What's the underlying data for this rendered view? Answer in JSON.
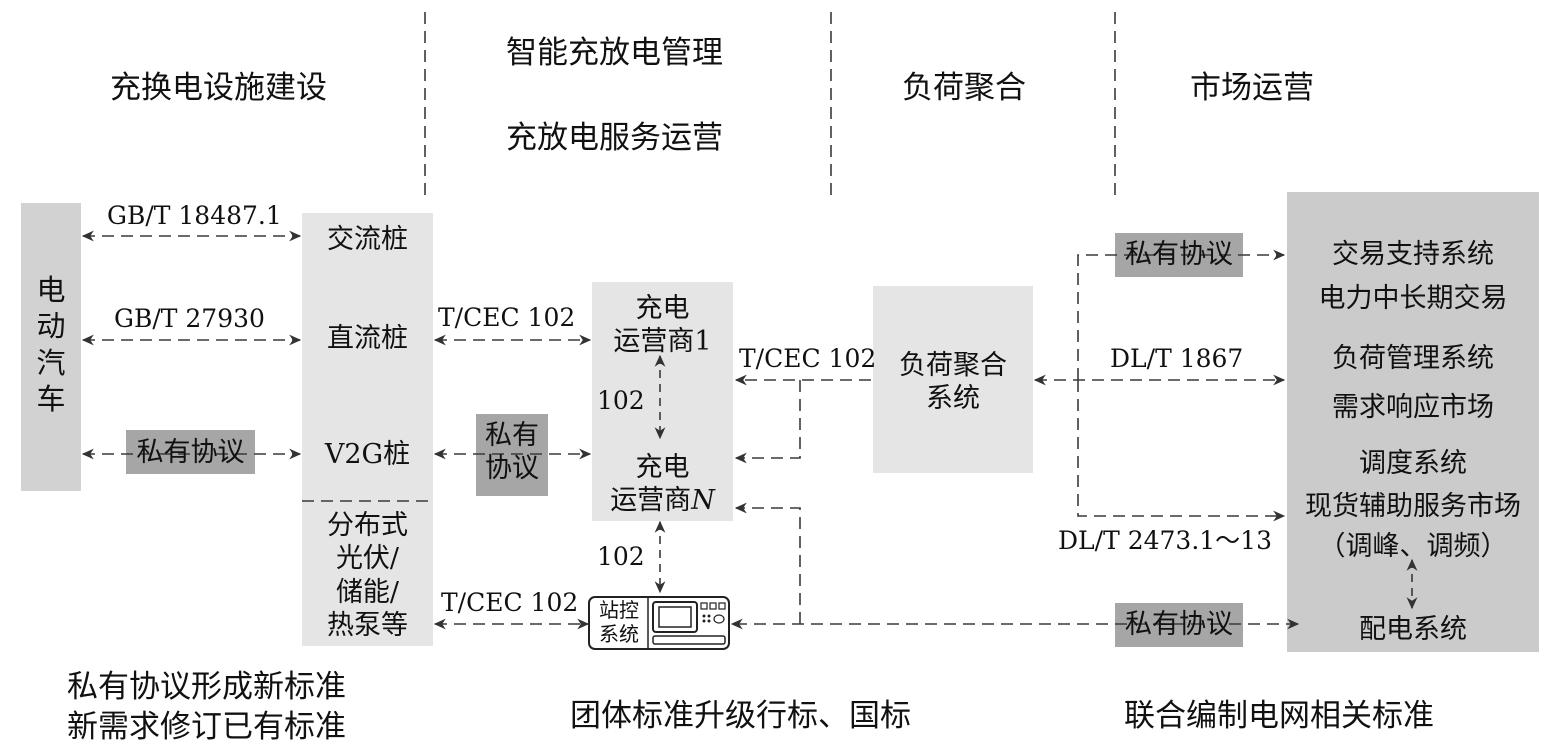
{
  "headers": {
    "col1": "充换电设施建设",
    "col2_line1": "智能充放电管理",
    "col2_line2": "充放电服务运营",
    "col3": "负荷聚合",
    "col4": "市场运营"
  },
  "footers": {
    "left_line1": "私有协议形成新标准",
    "left_line2": "新需求修订已有标准",
    "middle": "团体标准升级行标、国标",
    "right": "联合编制电网相关标准"
  },
  "nodes": {
    "ev": [
      "电",
      "动",
      "汽",
      "车"
    ],
    "ac_pile": "交流桩",
    "dc_pile": "直流桩",
    "v2g_pile": "V2G桩",
    "distributed": [
      "分布式",
      "光伏/",
      "储能/",
      "热泵等"
    ],
    "operator1": [
      "充电",
      "运营商1"
    ],
    "operatorN_line1": "充电",
    "operatorN_prefix": "运营商",
    "operatorN_italic": "N",
    "station_control": [
      "站控",
      "系统"
    ],
    "aggregator": [
      "负荷聚合",
      "系统"
    ],
    "right_panel": [
      "交易支持系统",
      "电力中长期交易",
      "负荷管理系统",
      "需求响应市场",
      "调度系统",
      "现货辅助服务市场",
      "（调峰、调频）",
      "配电系统"
    ]
  },
  "links": {
    "gbt_18487": "GB/T 18487.1",
    "gbt_27930": "GB/T 27930",
    "private_ev_v2g": "私有协议",
    "tcec_op1": "T/CEC 102",
    "private_v2g_op": [
      "私有",
      "协议"
    ],
    "op_102_a": "102",
    "op_102_b": "102",
    "tcec_station": "T/CEC 102",
    "tcec_agg": "T/CEC 102",
    "private_top": "私有协议",
    "dlt_1867": "DL/T 1867",
    "dlt_2473": "DL/T 2473.1～13",
    "private_bottom": "私有协议"
  },
  "colors": {
    "light_box": "#e5e5e5",
    "dark_box": "#cbcbcb",
    "ev_box": "#d2d2d2",
    "label_box": "#a6a6a6",
    "line": "#3a3a3a"
  }
}
